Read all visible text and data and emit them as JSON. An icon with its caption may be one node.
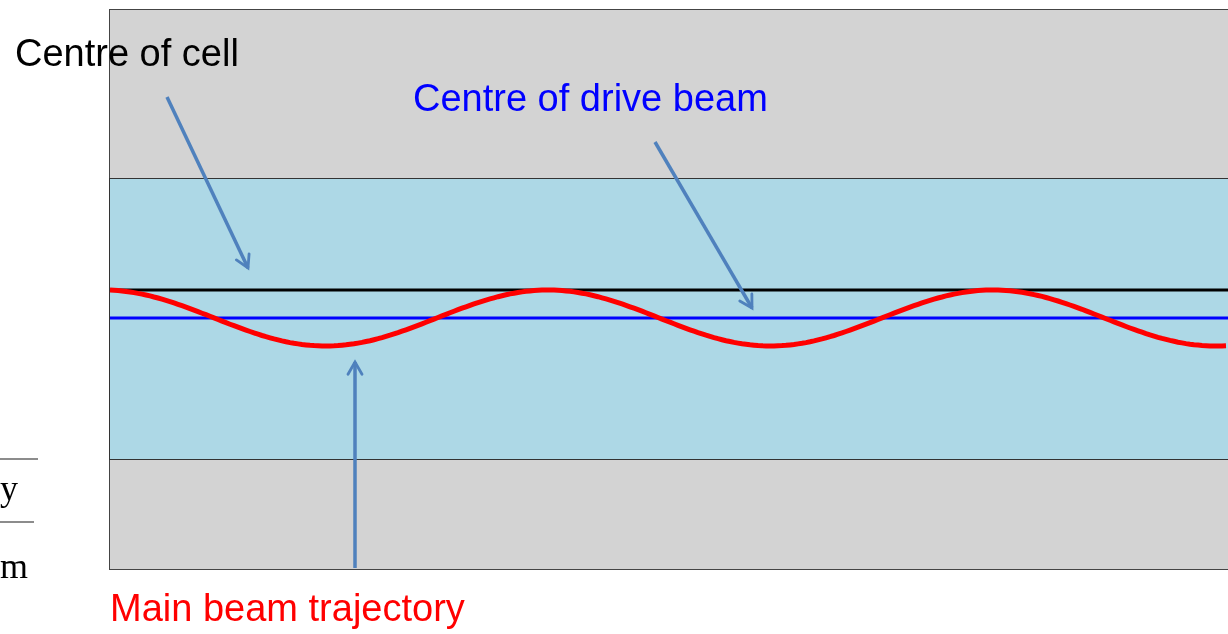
{
  "diagram": {
    "nodes": [
      {
        "text": [
          "Centre of cell"
        ]
      },
      {
        "text": [
          "Centre of drive beam"
        ]
      },
      {
        "text": [
          "Main beam trajectory"
        ]
      }
    ],
    "edges": [
      {
        "from": 0,
        "to": null,
        "arrow": "to"
      },
      {
        "from": 1,
        "to": null,
        "arrow": "to"
      },
      {
        "from": 2,
        "to": null,
        "arrow": "to"
      }
    ],
    "labels": [
      "y",
      "m"
    ]
  }
}
